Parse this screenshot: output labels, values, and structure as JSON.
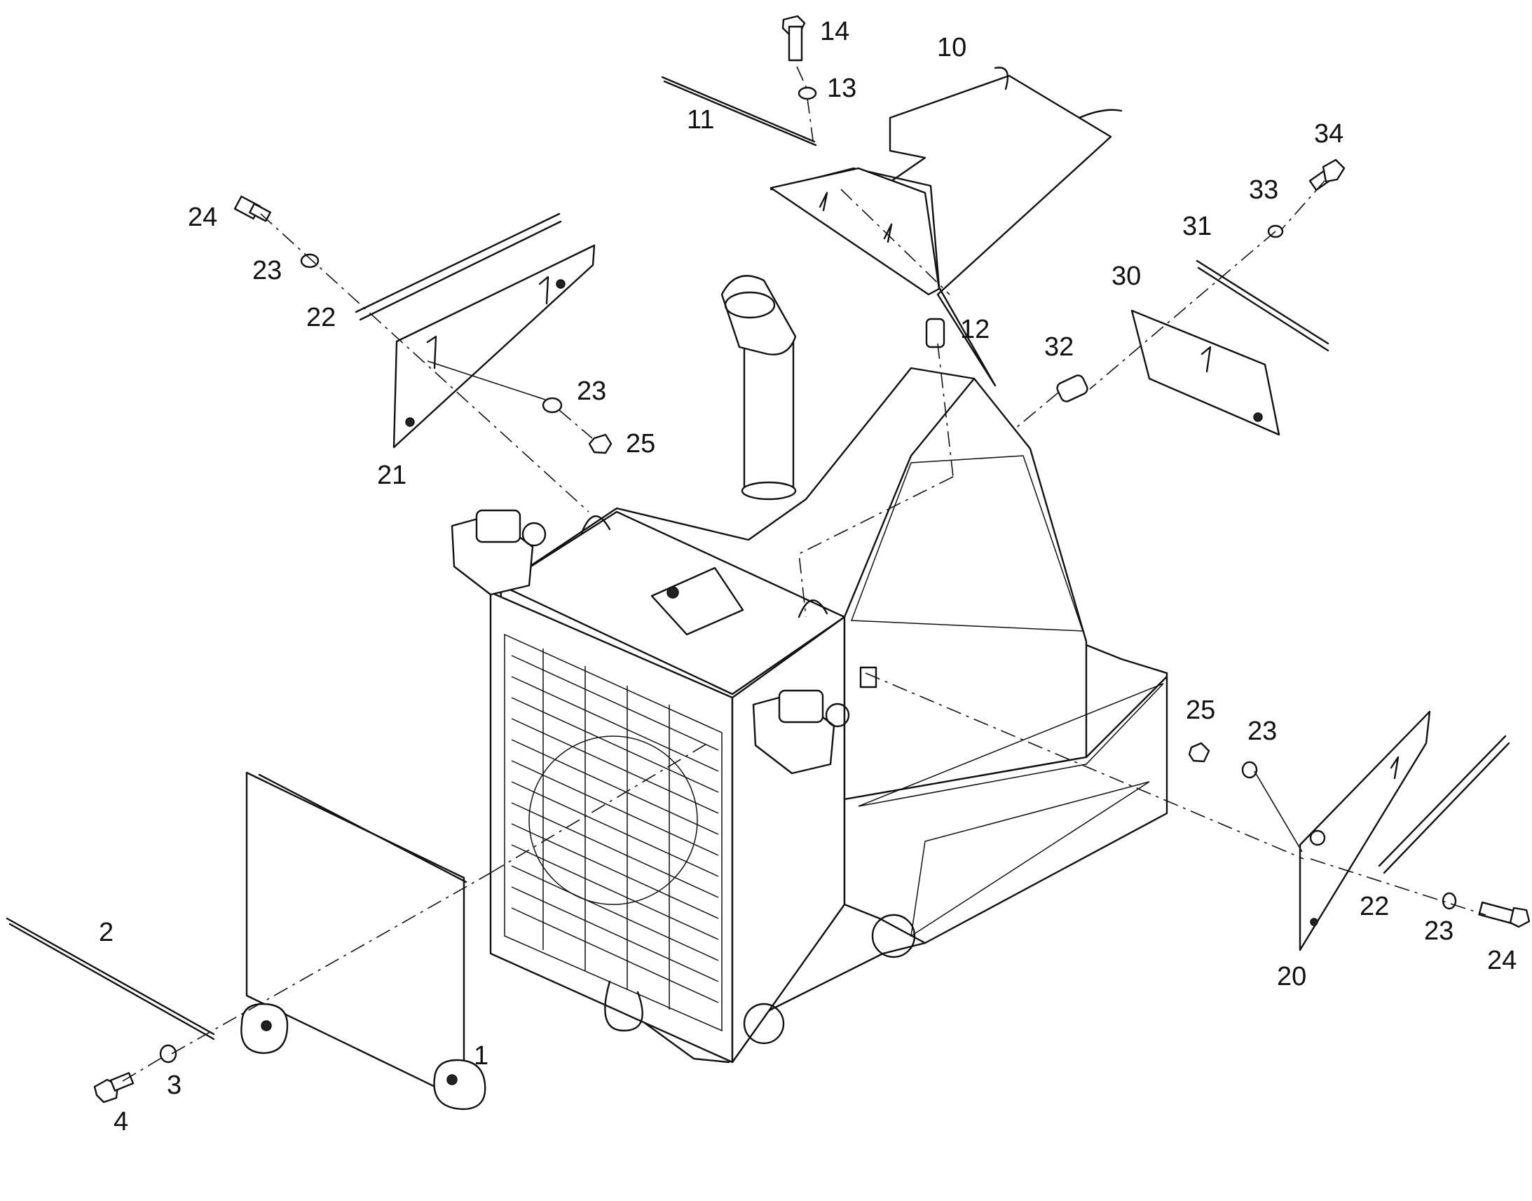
{
  "callouts": {
    "c1": "1",
    "c2": "2",
    "c3": "3",
    "c4": "4",
    "c10": "10",
    "c11": "11",
    "c12": "12",
    "c13": "13",
    "c14": "14",
    "c20": "20",
    "c21": "21",
    "c22a": "22",
    "c22b": "22",
    "c23a": "23",
    "c23b": "23",
    "c23c": "23",
    "c23d": "23",
    "c24a": "24",
    "c24b": "24",
    "c25a": "25",
    "c25b": "25",
    "c30": "30",
    "c31": "31",
    "c32": "32",
    "c33": "33",
    "c34": "34"
  }
}
